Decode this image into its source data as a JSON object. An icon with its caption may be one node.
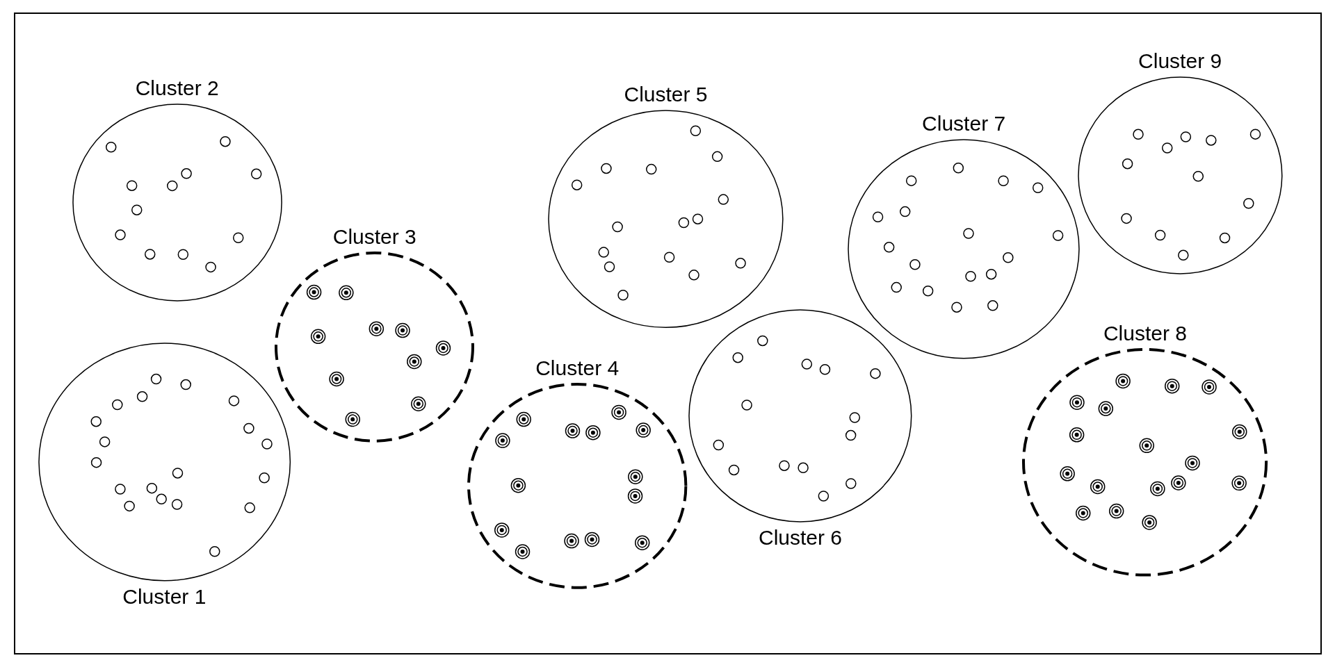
{
  "diagram": {
    "nodes": [
      {
        "text": [
          "Cluster 1"
        ]
      },
      {
        "text": [
          "Cluster 2"
        ]
      },
      {
        "text": [
          "Cluster 3"
        ]
      },
      {
        "text": [
          "Cluster 4"
        ]
      },
      {
        "text": [
          "Cluster 5"
        ]
      },
      {
        "text": [
          "Cluster 6"
        ]
      },
      {
        "text": [
          "Cluster 7"
        ]
      },
      {
        "text": [
          "Cluster 8"
        ]
      },
      {
        "text": [
          "Cluster 9"
        ]
      }
    ]
  }
}
